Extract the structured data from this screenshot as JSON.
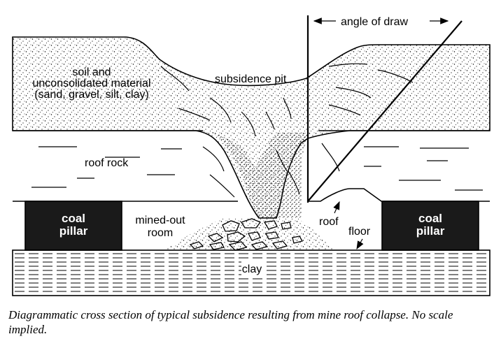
{
  "diagram": {
    "labels": {
      "angle_of_draw": "angle of draw",
      "soil_line1": "soil and",
      "soil_line2": "unconsolidated material",
      "soil_line3": "(sand, gravel, silt, clay)",
      "subsidence_pit": "subsidence pit",
      "roof_rock": "roof rock",
      "coal_pillar_left_line1": "coal",
      "coal_pillar_left_line2": "pillar",
      "mined_out_line1": "mined-out",
      "mined_out_line2": "room",
      "roof": "roof",
      "floor": "floor",
      "coal_pillar_right_line1": "coal",
      "coal_pillar_right_line2": "pillar",
      "clay": "clay"
    },
    "colors": {
      "ink": "#000000",
      "pillar": "#1a1a1a",
      "background": "#ffffff"
    }
  },
  "caption": "Diagrammatic cross section of typical subsidence resulting from mine roof collapse. No scale implied."
}
